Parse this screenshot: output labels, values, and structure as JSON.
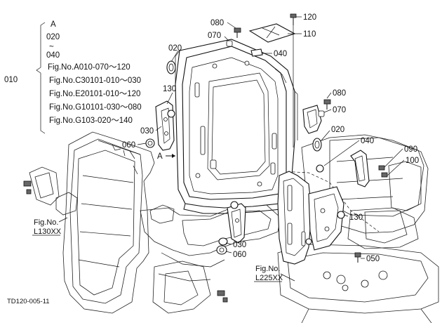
{
  "diagram": {
    "drawing_code": "TD120-005-11",
    "group_bracket": {
      "callout": "010",
      "lines": [
        "A",
        "020",
        "~",
        "040",
        "Fig.No.A010-070～120",
        "Fig.No.C30101-010～030",
        "Fig.No.E20101-010～120",
        "Fig.No.G10101-030～080",
        "Fig.No.G103-020～140"
      ]
    },
    "callouts": {
      "c020_left": "020",
      "c080_top": "080",
      "c070_top": "070",
      "c040_top": "040",
      "c120": "120",
      "c110": "110",
      "c130_left": "130",
      "c030_left": "030",
      "c060_left": "060",
      "cA": "A",
      "c080_right": "080",
      "c070_right": "070",
      "c020_right": "020",
      "c040_right": "040",
      "c090": "090",
      "c100": "100",
      "c130_right": "130",
      "c030_bottom": "030",
      "c060_bottom": "060",
      "c050": "050"
    },
    "fig_refs": {
      "left_top": "Fig.No.",
      "left_bottom": "L130XX",
      "bottom_top": "Fig.No.",
      "bottom_bottom": "L225XX"
    }
  }
}
